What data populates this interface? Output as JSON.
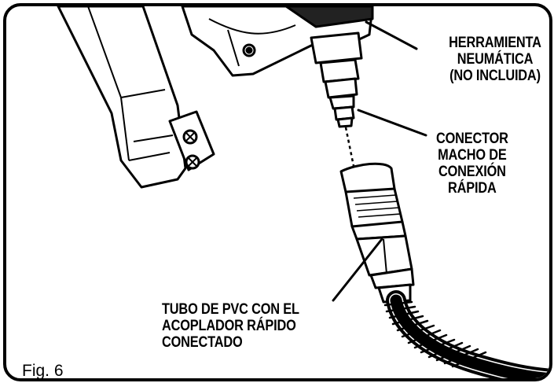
{
  "figure_label": "Fig. 6",
  "callouts": {
    "tool": [
      "HERRAMIENTA",
      "NEUMÁTICA",
      "(NO INCLUIDA)"
    ],
    "male_connector": [
      "CONECTOR",
      "MACHO DE",
      "CONEXIÓN",
      "RÁPIDA"
    ],
    "hose": [
      "TUBO DE PVC CON EL",
      "ACOPLADOR RÁPIDO",
      "CONECTADO"
    ]
  }
}
